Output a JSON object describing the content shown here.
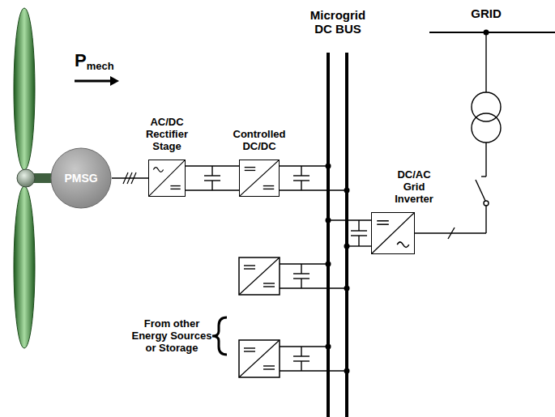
{
  "diagram": {
    "nodes": [
      {
        "text": [
          "PMSG"
        ]
      },
      {
        "text": [
          "AC/DC Rectifier Stage"
        ]
      },
      {
        "text": [
          "Controlled DC/DC"
        ]
      },
      {
        "text": [
          "Microgrid DC BUS"
        ]
      },
      {
        "text": [
          "DC/AC Grid Inverter"
        ]
      }
    ],
    "edges": [
      {
        "from": 0,
        "to": 1,
        "arrow": "none"
      },
      {
        "from": 1,
        "to": 2,
        "arrow": "none"
      },
      {
        "from": 2,
        "to": 3,
        "arrow": "none"
      },
      {
        "from": 3,
        "to": 4,
        "arrow": "none"
      }
    ],
    "labels": [
      "P",
      "mech",
      "GRID",
      "From other Energy Sources or Storage"
    ]
  }
}
